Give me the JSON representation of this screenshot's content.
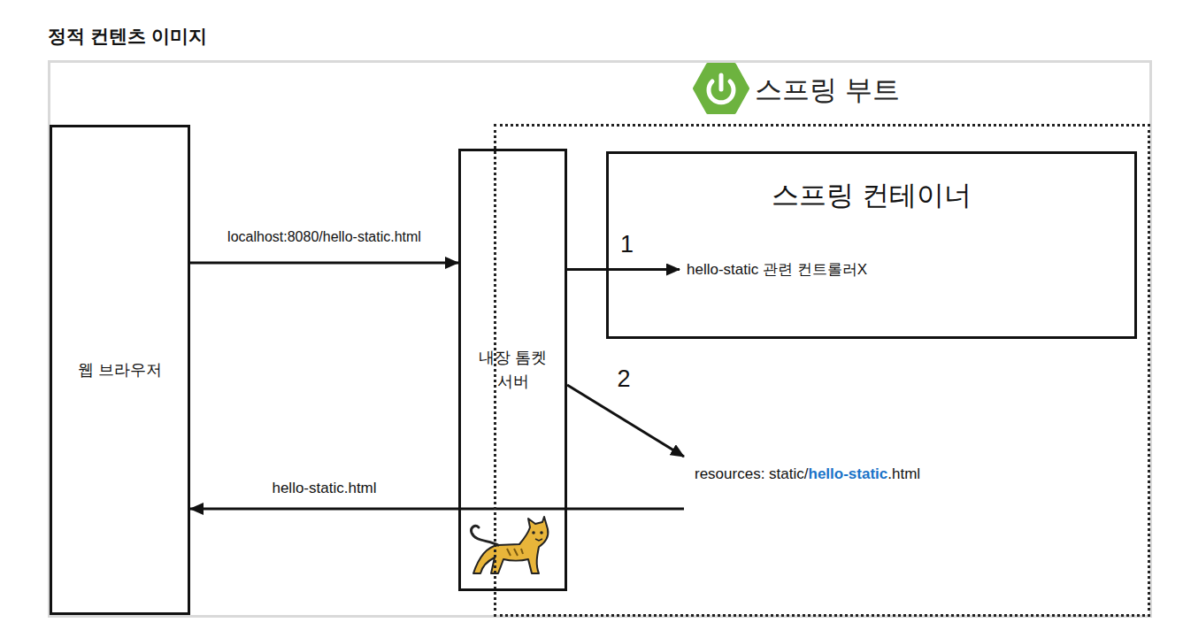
{
  "diagram": {
    "title": "정적 컨텐츠 이미지",
    "nodes": [
      {
        "text": [
          "웹 브라우저"
        ]
      },
      {
        "text": [
          "스프링 부트"
        ]
      },
      {
        "text": [
          "내장 톰켓 서버"
        ]
      },
      {
        "text": [
          "스프링 컨테이너"
        ],
        "in": 1
      },
      {
        "text": [
          "hello-static 관련 컨트롤러X"
        ],
        "in": 3
      },
      {
        "text": [
          "resources: static/hello-static.html"
        ],
        "in": 1
      }
    ],
    "edges": [
      {
        "from": 0,
        "to": 2,
        "label": "localhost:8080/hello-static.html",
        "arrow": "to"
      },
      {
        "from": 2,
        "to": 4,
        "label": "1",
        "arrow": "to"
      },
      {
        "from": 2,
        "to": 5,
        "label": "2",
        "arrow": "to"
      },
      {
        "from": 5,
        "to": 0,
        "label": "hello-static.html",
        "arrow": "to"
      }
    ]
  }
}
